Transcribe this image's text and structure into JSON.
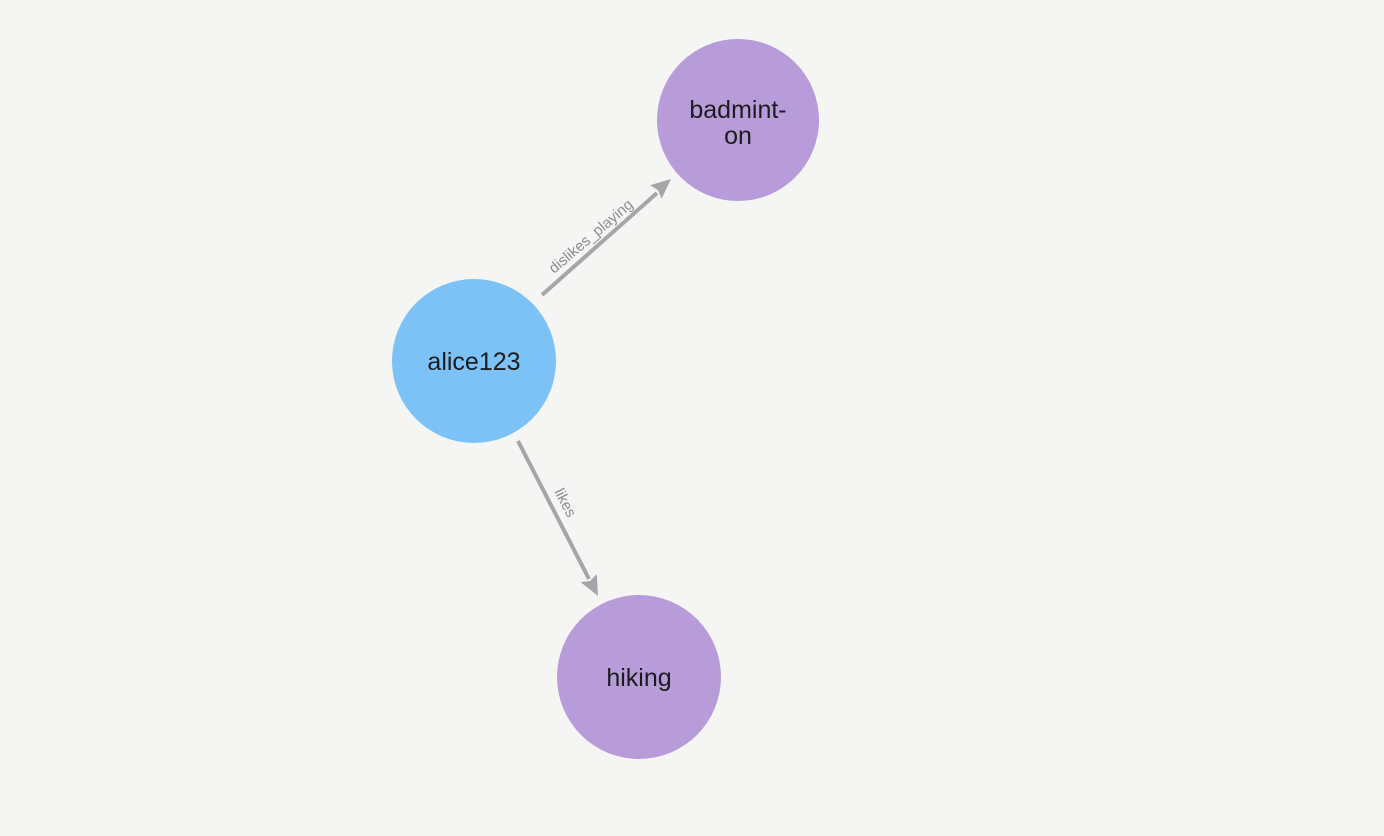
{
  "colors": {
    "background": "#f5f5f4",
    "edge": "#a5a5aa",
    "edge_label": "#8d8d92",
    "node_text": "#1c1c1e",
    "person_node": "#7cc2f7",
    "hobby_node": "#b89cd9"
  },
  "graph": {
    "nodes": [
      {
        "id": "alice123",
        "label": "alice123",
        "color": "#7cc2f7"
      },
      {
        "id": "badminton",
        "label": "badminton",
        "label_lines": [
          "badmint-",
          "on"
        ],
        "color": "#b89cd9"
      },
      {
        "id": "hiking",
        "label": "hiking",
        "color": "#b89cd9"
      }
    ],
    "edges": [
      {
        "source": "alice123",
        "target": "badminton",
        "label": "dislikes_playing"
      },
      {
        "source": "alice123",
        "target": "hiking",
        "label": "likes"
      }
    ]
  }
}
